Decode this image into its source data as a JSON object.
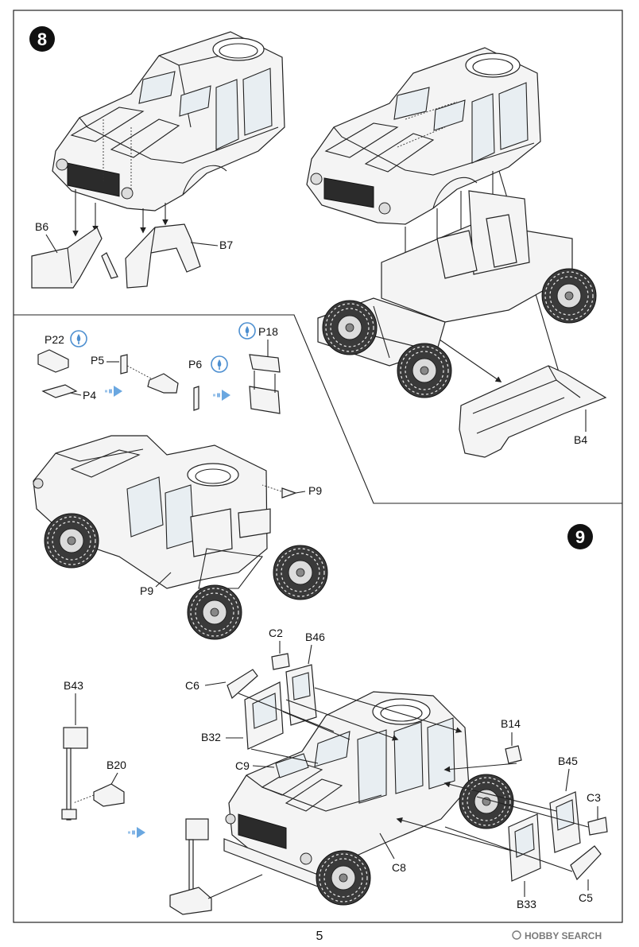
{
  "steps": [
    {
      "number": "8"
    },
    {
      "number": "9"
    }
  ],
  "labels": {
    "b6": "B6",
    "b7": "B7",
    "b4": "B4",
    "p22": "P22",
    "p5": "P5",
    "p6": "P6",
    "p18": "P18",
    "p4": "P4",
    "p9a": "P9",
    "p9b": "P9",
    "c2": "C2",
    "b46": "B46",
    "c6": "C6",
    "b32": "B32",
    "c9": "C9",
    "b43": "B43",
    "b20": "B20",
    "b14": "B14",
    "b45": "B45",
    "c3": "C3",
    "c8": "C8",
    "b33": "B33",
    "c5": "C5"
  },
  "page_number": "5",
  "watermark": "HOBBY SEARCH",
  "icons": {
    "glue": "glue-drop-icon",
    "arrow": "blue-arrow-icon"
  },
  "colors": {
    "ink": "#222222",
    "accent_blue": "#6aa7e0",
    "step_badge": "#111111"
  }
}
